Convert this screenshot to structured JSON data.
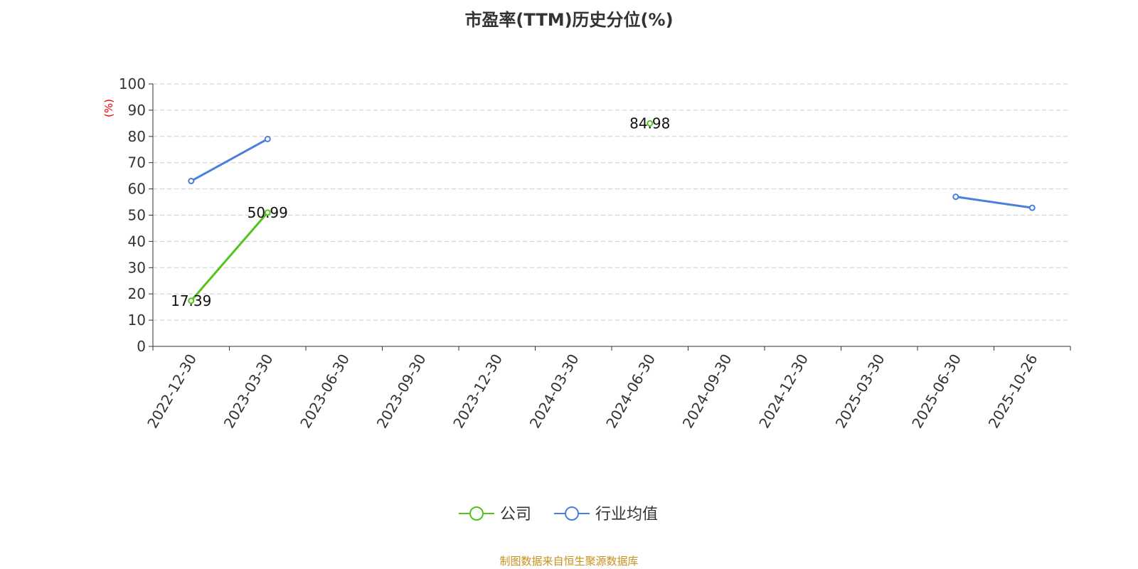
{
  "chart_data": {
    "type": "line",
    "title": "市盈率(TTM)历史分位(%)",
    "ylabel": "(%)",
    "xlabel": "",
    "ylim": [
      0,
      100
    ],
    "yticks": [
      0,
      10,
      20,
      30,
      40,
      50,
      60,
      70,
      80,
      90,
      100
    ],
    "grid": true,
    "legend_position": "bottom-center",
    "categories": [
      "2022-12-30",
      "2023-03-30",
      "2023-06-30",
      "2023-09-30",
      "2023-12-30",
      "2024-03-30",
      "2024-06-30",
      "2024-09-30",
      "2024-12-30",
      "2025-03-30",
      "2025-06-30",
      "2025-10-26"
    ],
    "series": [
      {
        "name": "公司",
        "color": "#52c41a",
        "labels": true,
        "values": [
          17.39,
          50.99,
          null,
          null,
          null,
          null,
          84.98,
          null,
          null,
          null,
          null,
          null
        ]
      },
      {
        "name": "行业均值",
        "color": "#4a7fdc",
        "labels": false,
        "values": [
          63,
          79,
          null,
          null,
          null,
          null,
          null,
          null,
          null,
          null,
          57,
          52.8
        ]
      }
    ]
  },
  "source": "制图数据来自恒生聚源数据库"
}
